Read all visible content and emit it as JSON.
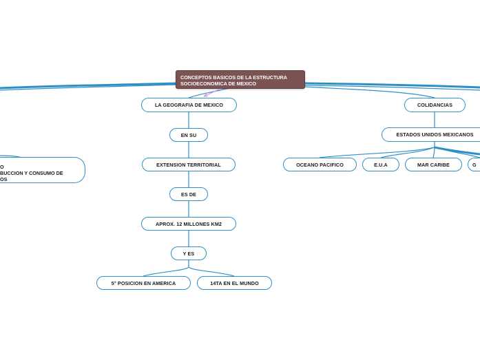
{
  "root": {
    "line1": "CONCEPTOS BASICOS DE LA ESTRUCTURA",
    "line2": "SOCIOECONOMICA DE MEXICO"
  },
  "left_partial": {
    "line1": "O",
    "line2": "BUCCION Y CONSUMO DE",
    "line3": "OS"
  },
  "geografia": {
    "title": "LA GEOGRAFIA DE MEXICO",
    "en_su": "EN SU",
    "extension": "EXTENSION TERRITORIAL",
    "es_de": "ES DE",
    "aprox": "APROX. 12 MILLONES KM2",
    "y_es": "Y ES",
    "posicion": "5° POSICION EN AMERICA",
    "mundo": "14TA EN EL MUNDO"
  },
  "colindancias": {
    "title": "COLIDANCIAS",
    "estados": "ESTADOS UNIDOS MEXICANOS",
    "children": [
      "OCEANO PACIFICO",
      "E.U.A",
      "MAR CARIBE",
      "G"
    ]
  },
  "colors": {
    "root_bg": "#7a5352",
    "link_blue": "#2e8fc7",
    "arrow_pink": "#d58be0"
  }
}
